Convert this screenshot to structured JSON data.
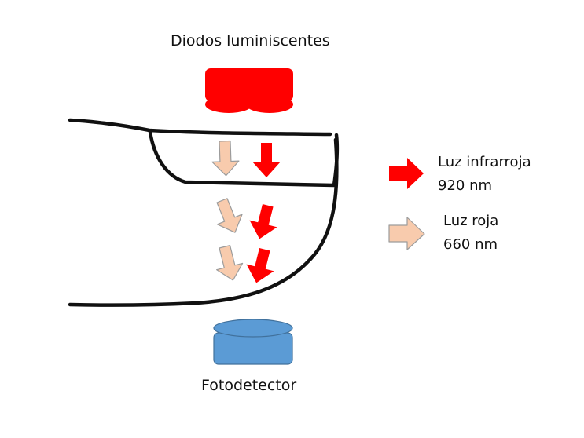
{
  "labels": {
    "emitter": "Diodos luminiscentes",
    "detector": "Fotodetector"
  },
  "legend": {
    "infrared": {
      "name": "Luz infrarroja",
      "wavelength": "920 nm"
    },
    "red": {
      "name": "Luz roja",
      "wavelength": "660 nm"
    }
  },
  "colors": {
    "led_red": "#ff0000",
    "infrared_arrow": "#ff0000",
    "red_light_arrow": "#f8cbad",
    "red_light_arrow_stroke": "#9c9c9c",
    "detector_blue": "#5b9bd5",
    "detector_stroke": "#41719c",
    "finger_outline": "#111111"
  },
  "icons": {
    "emitter": "led-diodes-icon",
    "detector": "photodetector-icon",
    "finger": "finger-outline-icon"
  }
}
